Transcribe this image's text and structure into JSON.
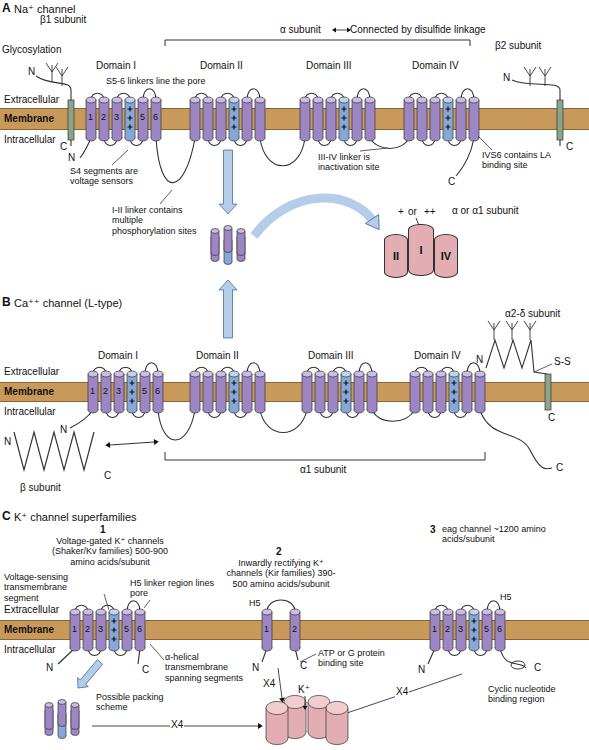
{
  "diagram": {
    "nodes": [
      {
        "text": [
          "Membrane"
        ]
      },
      {
        "text": [
          "II"
        ]
      },
      {
        "text": [
          "I"
        ]
      },
      {
        "text": [
          "IV"
        ]
      },
      {
        "text": [
          "Membrane"
        ]
      },
      {
        "text": [
          "Membrane"
        ]
      }
    ],
    "labels": [
      "A",
      "Na⁺ channel",
      "β1 subunit",
      "Glycosylation",
      "α subunit",
      "Connected by disulfide linkage",
      "β2 subunit",
      "Domain I",
      "Domain II",
      "Domain III",
      "Domain IV",
      "S5-6 linkers line the pore",
      "Extracellular",
      "Intracellular",
      "N",
      "C",
      "N",
      "S4 segments are voltage sensors",
      "III-IV linker is inactivation site",
      "IVS6 contains LA binding site",
      "I-II linker contains multiple phosphorylation sites",
      "C",
      "N",
      "C",
      "+",
      "or",
      "++",
      "α or α1 subunit",
      "1",
      "2",
      "3",
      "5",
      "6",
      "B",
      "Ca⁺⁺ channel (L-type)",
      "Extracellular",
      "Intracellular",
      "Domain I",
      "Domain II",
      "Domain III",
      "Domain IV",
      "N",
      "C",
      "N",
      "C",
      "β subunit",
      "α1 subunit",
      "α2-δ subunit",
      "N",
      "C",
      "S-S",
      "1",
      "2",
      "3",
      "5",
      "6",
      "C",
      "K⁺ channel superfamilies",
      "1",
      "Voltage-gated K⁺ channels (Shaker/Kv families) 500-900 amino acids/subunit",
      "2",
      "Inwardly rectifying K⁺ channels (Kir families) 390-500 amino acids/subunit",
      "3",
      "eag channel ~1200 amino acids/subunit",
      "Voltage-sensing transmembrane segment",
      "H5 linker region lines pore",
      "H5",
      "H5",
      "Extracellular",
      "Intracellular",
      "N",
      "C",
      "α-helical transmembrane spanning segments",
      "N",
      "C",
      "ATP or G protein binding site",
      "N",
      "C",
      "Cyclic nucleotide binding region",
      "X4",
      "X4",
      "X4",
      "Possible packing scheme",
      "K⁺",
      "1",
      "2",
      "3",
      "5",
      "6",
      "1",
      "2",
      "1",
      "2",
      "3",
      "5",
      "6"
    ]
  }
}
